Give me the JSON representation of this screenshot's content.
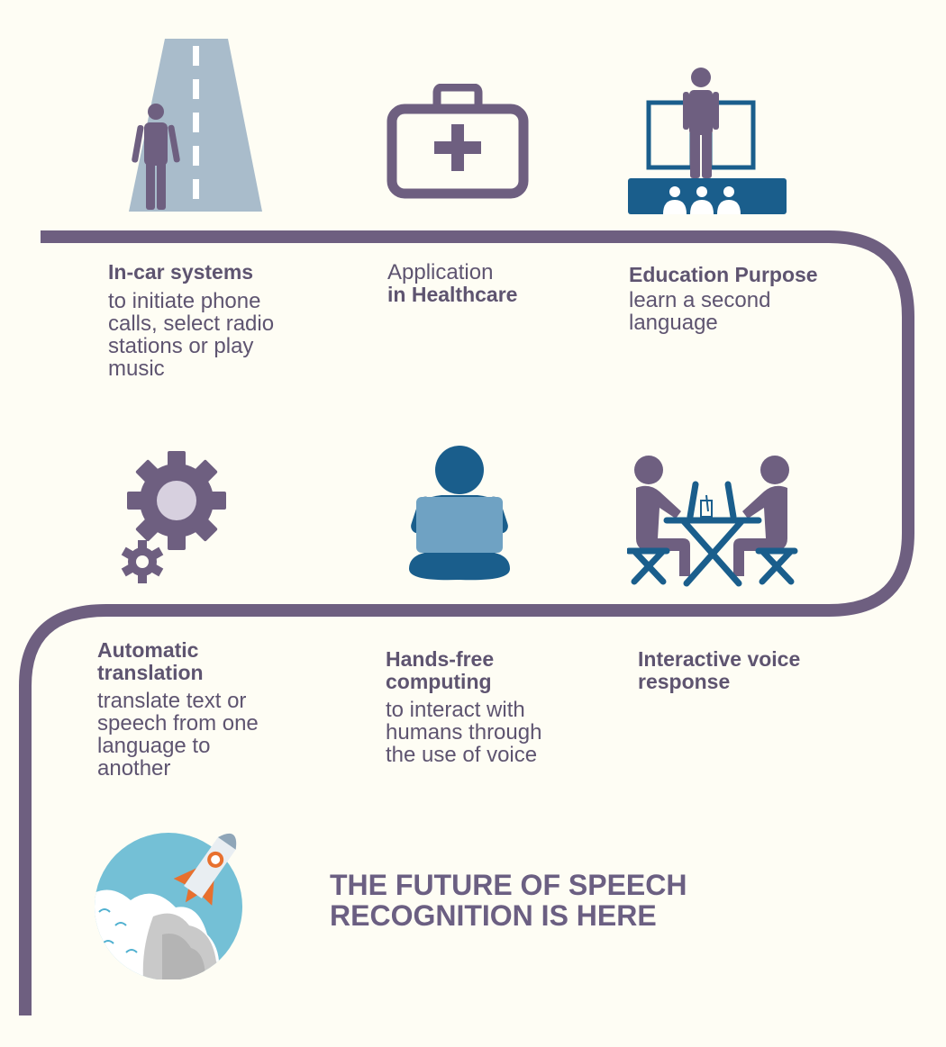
{
  "colors": {
    "path": "#6e5f80",
    "icon_purple": "#6e5f80",
    "icon_blue": "#1a5e8c",
    "road": "#a9bccb",
    "background": "#fefdf4"
  },
  "items": [
    {
      "title": "In-car systems",
      "desc_lines": [
        "to initiate phone",
        "calls, select radio",
        "stations or play",
        "music"
      ],
      "icon": "road-person-icon"
    },
    {
      "pre": "Application",
      "title": "in Healthcare",
      "icon": "medical-kit-icon"
    },
    {
      "title": "Education Purpose",
      "desc_lines": [
        "learn a second",
        "language"
      ],
      "icon": "teacher-podium-icon"
    },
    {
      "title_lines": [
        "Automatic",
        "translation"
      ],
      "desc_lines": [
        "translate text or",
        "speech from one",
        "language to",
        "another"
      ],
      "icon": "gears-icon"
    },
    {
      "title_lines": [
        "Hands-free",
        "computing"
      ],
      "desc_lines": [
        "to interact with",
        "humans through",
        "the use of voice"
      ],
      "icon": "person-laptop-icon"
    },
    {
      "title_lines": [
        "Interactive voice",
        "response"
      ],
      "icon": "people-at-table-icon"
    }
  ],
  "footer": {
    "headline_lines": [
      "THE FUTURE OF SPEECH",
      "RECOGNITION IS HERE"
    ],
    "icon": "rocket-icon"
  }
}
